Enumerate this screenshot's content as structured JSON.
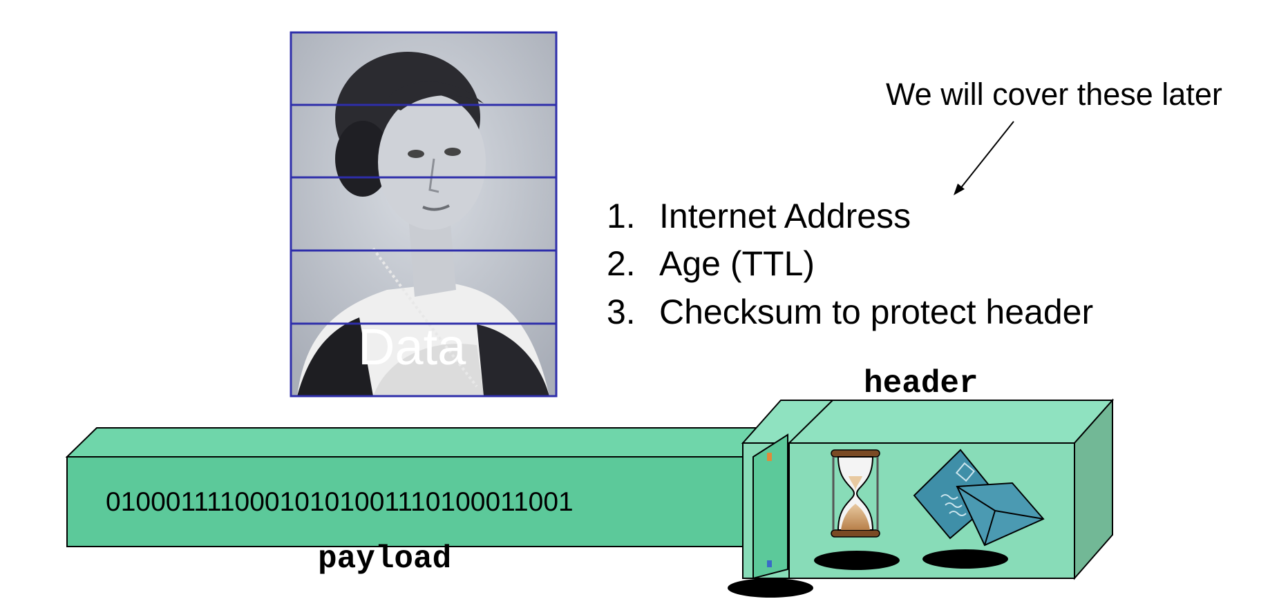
{
  "annotation": {
    "text": "We will cover these later"
  },
  "header_fields": [
    {
      "number": "1.",
      "label": "Internet Address"
    },
    {
      "number": "2.",
      "label": "Age (TTL)"
    },
    {
      "number": "3.",
      "label": "Checksum to protect header"
    }
  ],
  "photo": {
    "caption": "Data"
  },
  "packet": {
    "header_label": "header",
    "payload_label": "payload",
    "payload_bits": "0100011110001010100111010001100​1"
  },
  "icons": [
    "portrait-photo",
    "hourglass-icon",
    "envelope-icon",
    "arrow"
  ],
  "colors": {
    "frame_blue": "#2e2eaa",
    "payload_front": "#5cc99a",
    "payload_top": "#6fd6aa",
    "header_front": "#88dcb8",
    "header_top": "#8fe2c0",
    "header_side": "#72b896",
    "envelope": "#3f8fa8"
  }
}
